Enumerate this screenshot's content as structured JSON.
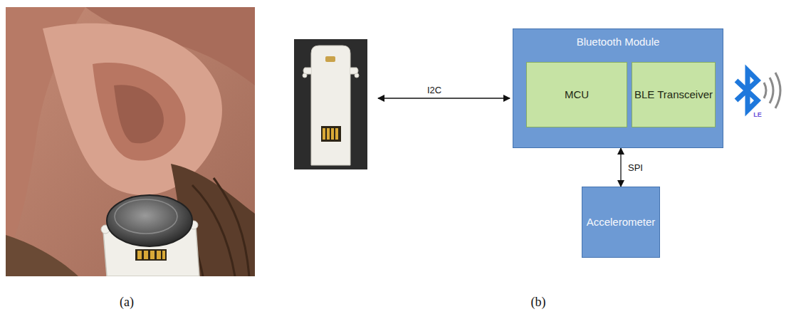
{
  "diagram": {
    "nodes": [
      {
        "text": [
          "Bluetooth Module"
        ]
      },
      {
        "text": [
          "MCU"
        ],
        "in": 0
      },
      {
        "text": [
          "BLE Transceiver"
        ],
        "in": 0
      },
      {
        "text": [
          "Accelerometer"
        ]
      }
    ],
    "edges": [
      {
        "from": 0,
        "to": 3,
        "label": "SPI",
        "arrow": "both"
      }
    ],
    "labels": [
      "I2C",
      "(a)",
      "(b)",
      "LE"
    ]
  }
}
